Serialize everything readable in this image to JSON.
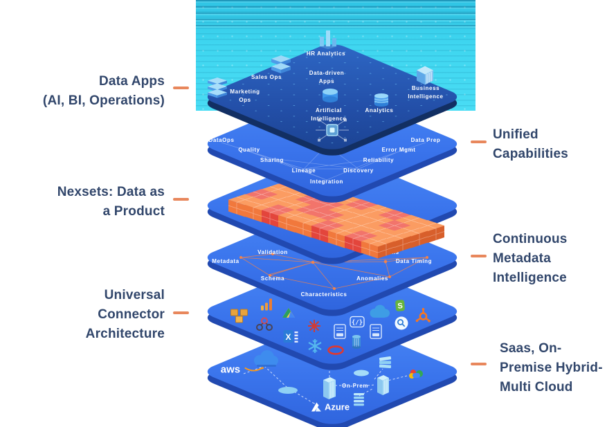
{
  "colors": {
    "accent_dash": "#E8875C",
    "annotation_text": "#31466B",
    "layer_blue": "#3B77EC",
    "layer_top_navy": "#1E4C9F",
    "cyan_backdrop": "#3BD4EF",
    "cube_orange": "#F1783C",
    "cube_red": "#E3453C"
  },
  "annotations": {
    "left": [
      {
        "lines": [
          "Data Apps",
          "(AI, BI, Operations)"
        ]
      },
      {
        "lines": [
          "Nexsets: Data as",
          "a Product"
        ]
      },
      {
        "lines": [
          "Universal",
          "Connector",
          "Architecture"
        ]
      }
    ],
    "right": [
      {
        "lines": [
          "Unified",
          "Capabilities"
        ]
      },
      {
        "lines": [
          "Continuous",
          "Metadata",
          "Intelligence"
        ]
      },
      {
        "lines": [
          "Saas, On-",
          "Premise Hybrid-",
          "Multi Cloud"
        ]
      }
    ]
  },
  "layer1": {
    "name": "data-apps",
    "nodes": [
      {
        "lines": [
          "HR Analytics"
        ]
      },
      {
        "lines": [
          "Sales Ops"
        ]
      },
      {
        "lines": [
          "Marketing",
          "Ops"
        ]
      },
      {
        "lines": [
          "Data-driven",
          "Apps"
        ]
      },
      {
        "lines": [
          "Business",
          "Intelligence"
        ]
      },
      {
        "lines": [
          "Analytics"
        ]
      },
      {
        "lines": [
          "Artificial",
          "Intelligence"
        ]
      }
    ]
  },
  "layer2": {
    "name": "unified-capabilities",
    "nodes": [
      "DataOps",
      "Quality",
      "Sharing",
      "Lineage",
      "Integration",
      "Discovery",
      "Reliability",
      "Error Mgmt",
      "Data Prep"
    ]
  },
  "layer3": {
    "name": "nexsets-cubes",
    "cube_rows": [
      "RROOROROO",
      "OORROOORO",
      "ROORROOOO",
      "OOROORORO"
    ]
  },
  "layer4": {
    "name": "continuous-metadata-intelligence",
    "nodes": [
      "Validation",
      "Metadata",
      "Schema",
      "Characteristics",
      "Anomalies",
      "Annotations",
      "Data Timing"
    ]
  },
  "layer5": {
    "name": "universal-connectors",
    "logos": [
      "aws-s3",
      "google-analytics",
      "webhook",
      "google-drive",
      "sap-hana",
      "excel",
      "snowflake",
      "oracle",
      "json-file",
      "code-badge",
      "redshift",
      "xml-file",
      "salesforce",
      "shopify",
      "search",
      "hubspot"
    ]
  },
  "layer6": {
    "name": "infrastructure",
    "aws": "aws",
    "on_prem": "On-Prem",
    "azure": "Azure",
    "logos": [
      "aws",
      "cloud",
      "server-tower",
      "rack-stack",
      "azure",
      "google-cloud"
    ]
  }
}
